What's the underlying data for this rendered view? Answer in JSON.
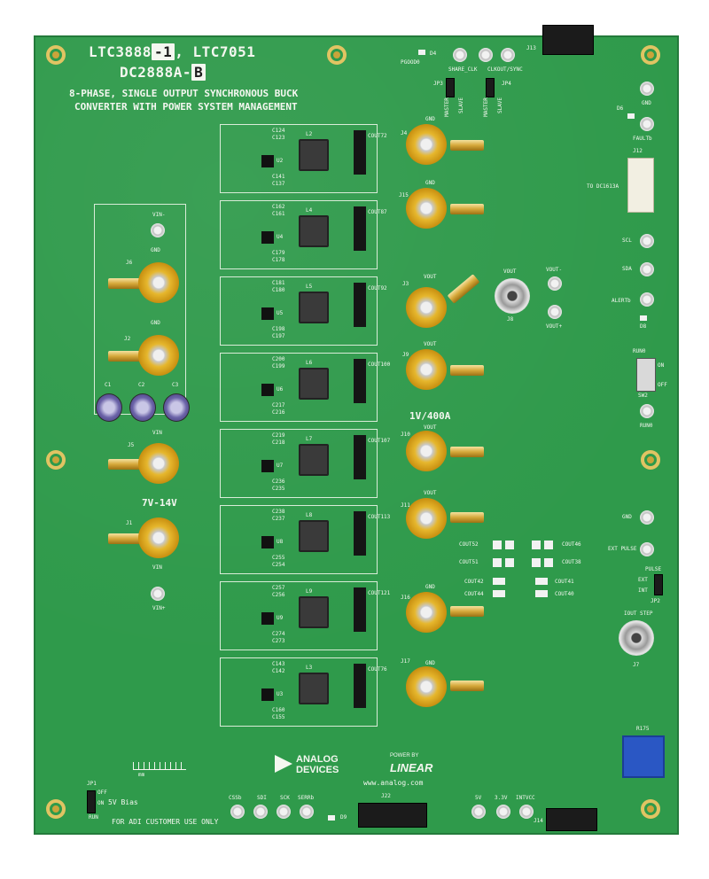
{
  "board": {
    "part_title": "LTC3888",
    "part_suffix": "-1",
    "part_title2": ", LTC7051",
    "board_id": "DC2888A-",
    "board_rev": "B",
    "desc_line1": "8-PHASE, SINGLE OUTPUT SYNCHRONOUS BUCK",
    "desc_line2": "CONVERTER WITH POWER SYSTEM MANAGEMENT",
    "output_rating": "1V/400A",
    "input_rating": "7V-14V",
    "bias_label": "5V Bias",
    "customer_note": "FOR ADI CUSTOMER USE ONLY",
    "website": "www.analog.com",
    "to_dc1613a": "TO DC1613A",
    "iout_step": "IOUT STEP",
    "logo_analog": "ANALOG",
    "logo_devices": "DEVICES",
    "logo_powerby": "POWER BY",
    "logo_linear": "LINEAR"
  },
  "connectors": {
    "j4": "J4",
    "j15": "J15",
    "j3": "J3",
    "j9": "J9",
    "j10": "J10",
    "j11": "J11",
    "j16": "J16",
    "j17": "J17",
    "j6": "J6",
    "j2": "J2",
    "j5": "J5",
    "j1": "J1",
    "j8": "J8",
    "j7": "J7",
    "j13": "J13",
    "j12": "J12",
    "j14": "J14",
    "j22": "J22",
    "gnd": "GND",
    "vout": "VOUT",
    "vin": "VIN",
    "vin_minus": "VIN-",
    "vin_plus": "VIN+",
    "vout_minus": "VOUT-",
    "vout_plus": "VOUT+"
  },
  "right_labels": {
    "gnd_top": "GND",
    "faultb": "FAULTb",
    "d6": "D6",
    "scl": "SCL",
    "sda": "SDA",
    "alertb": "ALERTb",
    "d8": "D8",
    "run0": "RUN0",
    "on": "ON",
    "off": "OFF",
    "sw2": "SW2",
    "run0_tp": "RUN0",
    "gnd_mid": "GND",
    "ext_pulse": "EXT PULSE",
    "pulse": "PULSE",
    "ext": "EXT",
    "int": "INT",
    "jp2": "JP2",
    "r175": "R175"
  },
  "top_labels": {
    "d4": "D4",
    "pgood0": "PGOOD0",
    "share_clk": "SHARE_CLK",
    "clkout_sync": "CLKOUT/SYNC",
    "jp3": "JP3",
    "jp4": "JP4",
    "master": "MASTER",
    "slave": "SLAVE"
  },
  "bottom_labels": {
    "cssb": "CSSb",
    "sdi": "SDI",
    "sck": "SCK",
    "serrb": "SERRb",
    "d9": "D9",
    "v5": "5V",
    "v33": "3.3V",
    "intvcc": "INTVCC",
    "jp1": "JP1",
    "off": "OFF",
    "on": "ON",
    "run": "RUN",
    "mm": "mm"
  },
  "caps": {
    "c1": "C1",
    "c2": "C2",
    "c3": "C3"
  },
  "phases": [
    {
      "ind": "L2",
      "ic": "U2",
      "cap_a": "C124",
      "cap_b": "C123",
      "cap_c": "C141",
      "cap_d": "C137",
      "cout": "COUT72"
    },
    {
      "ind": "L4",
      "ic": "U4",
      "cap_a": "C162",
      "cap_b": "C161",
      "cap_c": "C179",
      "cap_d": "C178",
      "cout": "COUT87"
    },
    {
      "ind": "L5",
      "ic": "U5",
      "cap_a": "C181",
      "cap_b": "C180",
      "cap_c": "C198",
      "cap_d": "C197",
      "cout": "COUT92"
    },
    {
      "ind": "L6",
      "ic": "U6",
      "cap_a": "C200",
      "cap_b": "C199",
      "cap_c": "C217",
      "cap_d": "C216",
      "cout": "COUT100"
    },
    {
      "ind": "L7",
      "ic": "U7",
      "cap_a": "C219",
      "cap_b": "C218",
      "cap_c": "C236",
      "cap_d": "C235",
      "cout": "COUT107"
    },
    {
      "ind": "L8",
      "ic": "U8",
      "cap_a": "C238",
      "cap_b": "C237",
      "cap_c": "C255",
      "cap_d": "C254",
      "cout": "COUT113"
    },
    {
      "ind": "L9",
      "ic": "U9",
      "cap_a": "C257",
      "cap_b": "C256",
      "cap_c": "C274",
      "cap_d": "C273",
      "cout": "COUT121"
    },
    {
      "ind": "L3",
      "ic": "U3",
      "cap_a": "C143",
      "cap_b": "C142",
      "cap_c": "C160",
      "cap_d": "C155",
      "cout": "COUT76"
    }
  ],
  "cout_pads": {
    "c52": "COUT52",
    "c51": "COUT51",
    "c46": "COUT46",
    "c38": "COUT38",
    "c42": "COUT42",
    "c44": "COUT44",
    "c41": "COUT41",
    "c40": "COUT40"
  }
}
